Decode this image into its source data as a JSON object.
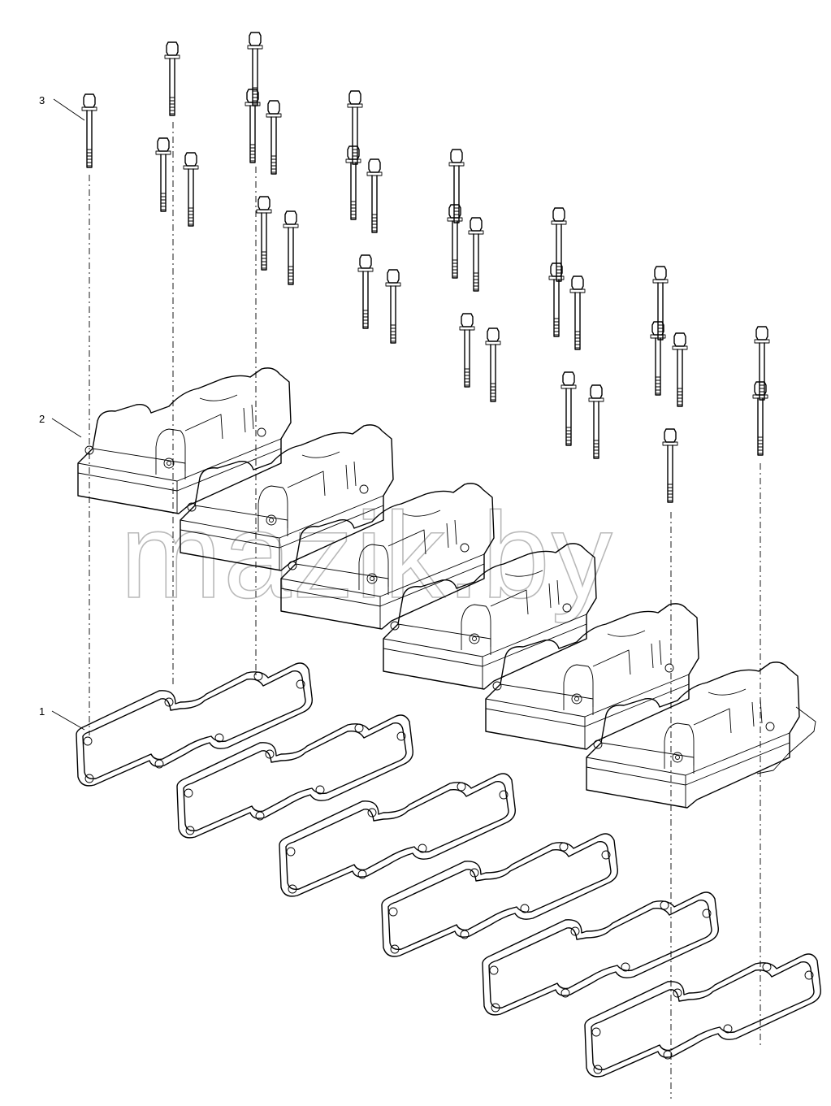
{
  "diagram": {
    "callouts": [
      {
        "id": "gasket",
        "label": "1"
      },
      {
        "id": "cover",
        "label": "2"
      },
      {
        "id": "bolt",
        "label": "3"
      }
    ],
    "watermark": "mazik.by"
  }
}
